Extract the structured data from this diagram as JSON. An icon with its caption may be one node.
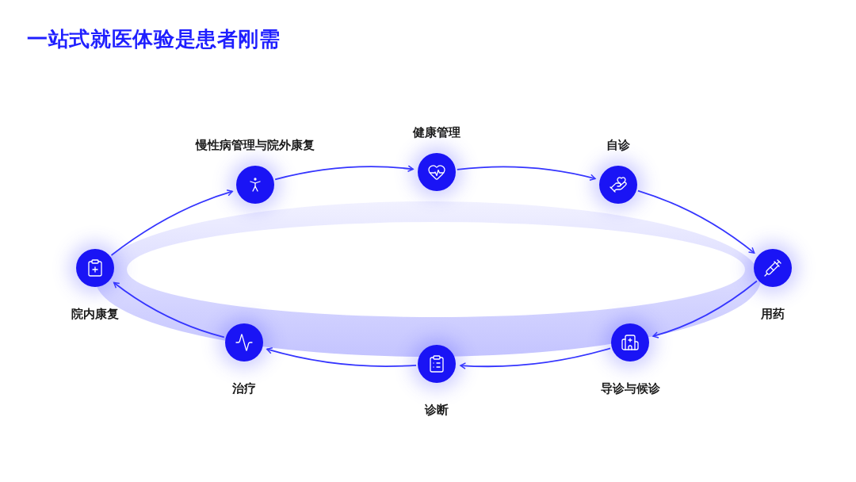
{
  "diagram": {
    "title": "一站式就医体验是患者刚需",
    "nodes": [
      {
        "text": [
          "慢性病管理与院外康复"
        ]
      },
      {
        "text": [
          "健康管理"
        ]
      },
      {
        "text": [
          "自诊"
        ]
      },
      {
        "text": [
          "用药"
        ]
      },
      {
        "text": [
          "导诊与候诊"
        ]
      },
      {
        "text": [
          "诊断"
        ]
      },
      {
        "text": [
          "治疗"
        ]
      },
      {
        "text": [
          "院内康复"
        ]
      }
    ],
    "edges": [
      {
        "from": 0,
        "to": 1,
        "arrow": "to"
      },
      {
        "from": 1,
        "to": 2,
        "arrow": "to"
      },
      {
        "from": 2,
        "to": 3,
        "arrow": "to"
      },
      {
        "from": 3,
        "to": 4,
        "arrow": "to"
      },
      {
        "from": 4,
        "to": 5,
        "arrow": "to"
      },
      {
        "from": 5,
        "to": 6,
        "arrow": "to"
      },
      {
        "from": 6,
        "to": 7,
        "arrow": "to"
      },
      {
        "from": 7,
        "to": 0,
        "arrow": "to"
      }
    ]
  }
}
